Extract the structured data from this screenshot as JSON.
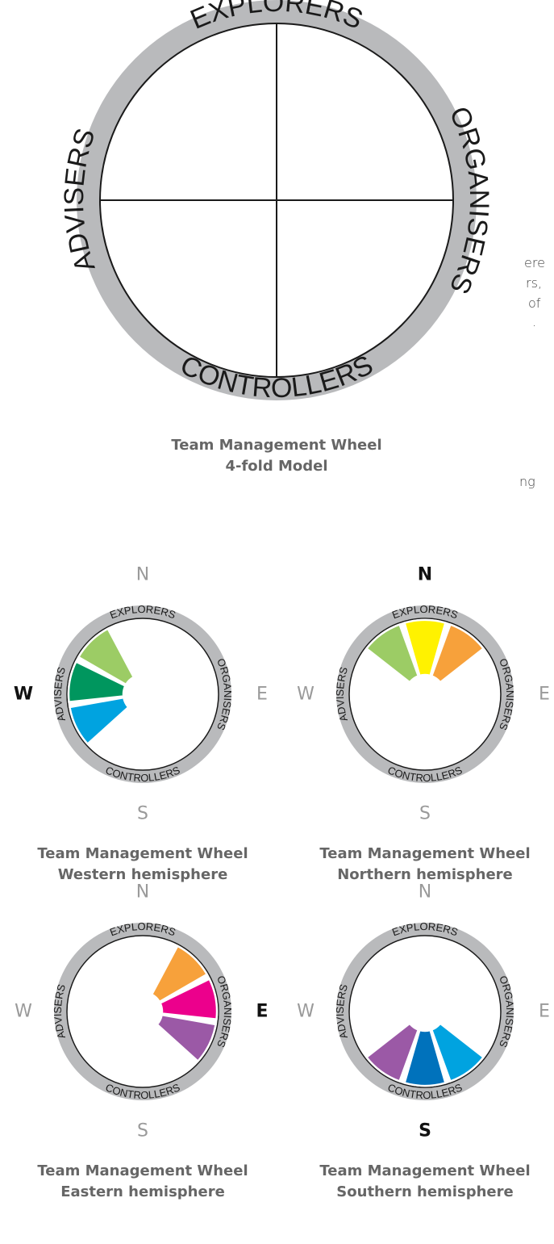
{
  "left_text_fragments": [
    "ere",
    "rs,",
    "of",
    ".",
    "ng"
  ],
  "main_wheel": {
    "ring_labels": {
      "north": "EXPLORERS",
      "east": "ORGANISERS",
      "south": "CONTROLLERS",
      "west": "ADVISERS"
    },
    "caption_line1": "Team Management Wheel",
    "caption_line2": "4-fold Model"
  },
  "small_wheels": [
    {
      "id": "western",
      "ring_labels": {
        "north": "EXPLORERS",
        "east": "ORGANISERS",
        "south": "CONTROLLERS",
        "west": "ADVISERS"
      },
      "compass": {
        "N": "N",
        "E": "E",
        "S": "S",
        "W": "W"
      },
      "highlighted_direction": "W",
      "segment_colors": [
        "#9ccc65",
        "#00965e",
        "#00a3e0"
      ],
      "caption_line1": "Team Management Wheel",
      "caption_line2": "Western hemisphere"
    },
    {
      "id": "northern",
      "ring_labels": {
        "north": "EXPLORERS",
        "east": "ORGANISERS",
        "south": "CONTROLLERS",
        "west": "ADVISERS"
      },
      "compass": {
        "N": "N",
        "E": "E",
        "S": "S",
        "W": "W"
      },
      "highlighted_direction": "N",
      "segment_colors": [
        "#9ccc65",
        "#fff200",
        "#f7a13b"
      ],
      "caption_line1": "Team Management Wheel",
      "caption_line2": "Northern hemisphere"
    },
    {
      "id": "eastern",
      "ring_labels": {
        "north": "EXPLORERS",
        "east": "ORGANISERS",
        "south": "CONTROLLERS",
        "west": "ADVISERS"
      },
      "compass": {
        "N": "N",
        "E": "E",
        "S": "S",
        "W": "W"
      },
      "highlighted_direction": "E",
      "segment_colors": [
        "#f7a13b",
        "#ec008c",
        "#9b59a6"
      ],
      "caption_line1": "Team Management Wheel",
      "caption_line2": "Eastern hemisphere"
    },
    {
      "id": "southern",
      "ring_labels": {
        "north": "EXPLORERS",
        "east": "ORGANISERS",
        "south": "CONTROLLERS",
        "west": "ADVISERS"
      },
      "compass": {
        "N": "N",
        "E": "E",
        "S": "S",
        "W": "W"
      },
      "highlighted_direction": "S",
      "segment_colors": [
        "#00a3e0",
        "#0072bc",
        "#9b59a6"
      ],
      "caption_line1": "Team Management Wheel",
      "caption_line2": "Southern hemisphere"
    }
  ],
  "colors": {
    "ring": "#b9babc",
    "line": "#1a1a1a",
    "highlight_text": "#111111",
    "muted_text": "#9a9a9a"
  }
}
